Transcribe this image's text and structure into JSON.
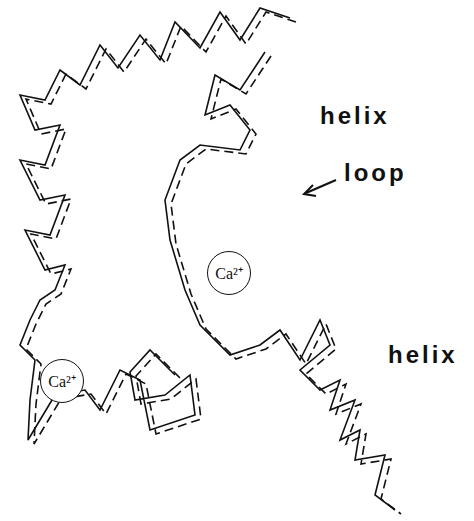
{
  "diagram": {
    "nodes": [
      {
        "text": [
          "Ca²⁺"
        ]
      },
      {
        "text": [
          "Ca²⁺"
        ]
      }
    ],
    "labels": [
      "helix",
      "loop",
      "helix"
    ]
  }
}
